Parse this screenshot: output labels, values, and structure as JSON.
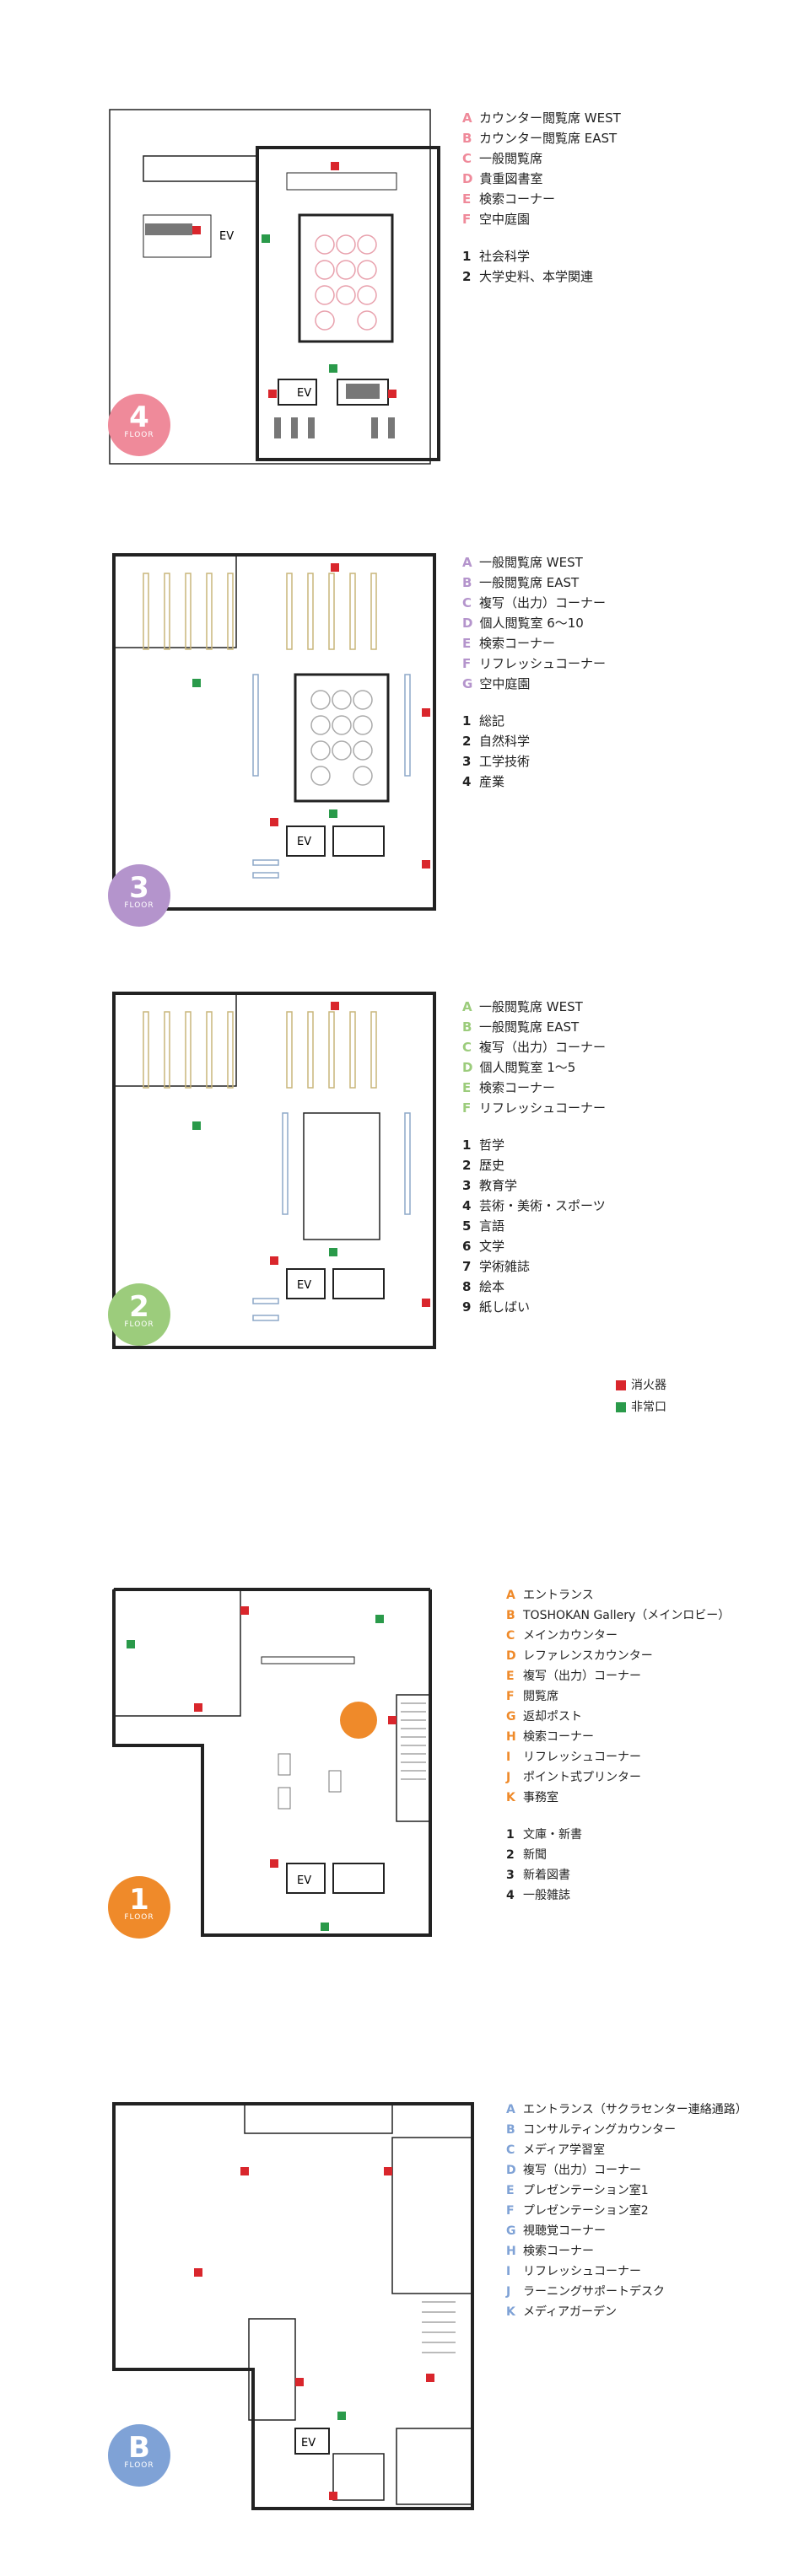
{
  "floors": {
    "f4": {
      "badge_num": "4",
      "badge_label": "FLOOR",
      "color": "#ef8a9a",
      "letters": [
        {
          "k": "A",
          "label": "カウンター閲覧席 WEST"
        },
        {
          "k": "B",
          "label": "カウンター閲覧席 EAST"
        },
        {
          "k": "C",
          "label": "一般閲覧席"
        },
        {
          "k": "D",
          "label": "貴重図書室"
        },
        {
          "k": "E",
          "label": "検索コーナー"
        },
        {
          "k": "F",
          "label": "空中庭園"
        }
      ],
      "numbers": [
        {
          "k": "1",
          "label": "社会科学"
        },
        {
          "k": "2",
          "label": "大学史料、本学関連"
        }
      ]
    },
    "f3": {
      "badge_num": "3",
      "badge_label": "FLOOR",
      "color": "#b494cc",
      "letters": [
        {
          "k": "A",
          "label": "一般閲覧席 WEST"
        },
        {
          "k": "B",
          "label": "一般閲覧席 EAST"
        },
        {
          "k": "C",
          "label": "複写（出力）コーナー"
        },
        {
          "k": "D",
          "label": "個人閲覧室 6～10"
        },
        {
          "k": "E",
          "label": "検索コーナー"
        },
        {
          "k": "F",
          "label": "リフレッシュコーナー"
        },
        {
          "k": "G",
          "label": "空中庭園"
        }
      ],
      "numbers": [
        {
          "k": "1",
          "label": "総記"
        },
        {
          "k": "2",
          "label": "自然科学"
        },
        {
          "k": "3",
          "label": "工学技術"
        },
        {
          "k": "4",
          "label": "産業"
        }
      ]
    },
    "f2": {
      "badge_num": "2",
      "badge_label": "FLOOR",
      "color": "#9ccc7c",
      "letters": [
        {
          "k": "A",
          "label": "一般閲覧席 WEST"
        },
        {
          "k": "B",
          "label": "一般閲覧席 EAST"
        },
        {
          "k": "C",
          "label": "複写（出力）コーナー"
        },
        {
          "k": "D",
          "label": "個人閲覧室 1～5"
        },
        {
          "k": "E",
          "label": "検索コーナー"
        },
        {
          "k": "F",
          "label": "リフレッシュコーナー"
        }
      ],
      "numbers": [
        {
          "k": "1",
          "label": "哲学"
        },
        {
          "k": "2",
          "label": "歴史"
        },
        {
          "k": "3",
          "label": "教育学"
        },
        {
          "k": "4",
          "label": "芸術・美術・スポーツ"
        },
        {
          "k": "5",
          "label": "言語"
        },
        {
          "k": "6",
          "label": "文学"
        },
        {
          "k": "7",
          "label": "学術雑誌"
        },
        {
          "k": "8",
          "label": "絵本"
        },
        {
          "k": "9",
          "label": "紙しばい"
        }
      ]
    },
    "f1": {
      "badge_num": "1",
      "badge_label": "FLOOR",
      "color": "#ef8a2a",
      "letters": [
        {
          "k": "A",
          "label": "エントランス"
        },
        {
          "k": "B",
          "label": "TOSHOKAN Gallery（メインロビー）"
        },
        {
          "k": "C",
          "label": "メインカウンター"
        },
        {
          "k": "D",
          "label": "レファレンスカウンター"
        },
        {
          "k": "E",
          "label": "複写（出力）コーナー"
        },
        {
          "k": "F",
          "label": "閲覧席"
        },
        {
          "k": "G",
          "label": "返却ポスト"
        },
        {
          "k": "H",
          "label": "検索コーナー"
        },
        {
          "k": "I",
          "label": "リフレッシュコーナー"
        },
        {
          "k": "J",
          "label": "ポイント式プリンター"
        },
        {
          "k": "K",
          "label": "事務室"
        }
      ],
      "numbers": [
        {
          "k": "1",
          "label": "文庫・新書"
        },
        {
          "k": "2",
          "label": "新聞"
        },
        {
          "k": "3",
          "label": "新着図書"
        },
        {
          "k": "4",
          "label": "一般雑誌"
        }
      ]
    },
    "fb": {
      "badge_num": "B",
      "badge_label": "FLOOR",
      "color": "#7fa2d6",
      "letters": [
        {
          "k": "A",
          "label": "エントランス（サクラセンター連絡通路）"
        },
        {
          "k": "B",
          "label": "コンサルティングカウンター"
        },
        {
          "k": "C",
          "label": "メディア学習室"
        },
        {
          "k": "D",
          "label": "複写（出力）コーナー"
        },
        {
          "k": "E",
          "label": "プレゼンテーション室1"
        },
        {
          "k": "F",
          "label": "プレゼンテーション室2"
        },
        {
          "k": "G",
          "label": "視聴覚コーナー"
        },
        {
          "k": "H",
          "label": "検索コーナー"
        },
        {
          "k": "I",
          "label": "リフレッシュコーナー"
        },
        {
          "k": "J",
          "label": "ラーニングサポートデスク"
        },
        {
          "k": "K",
          "label": "メディアガーデン"
        }
      ],
      "numbers": []
    }
  },
  "key": {
    "extinguisher": "消火器",
    "exit": "非常口",
    "extinguisher_color": "#d9262c",
    "exit_color": "#2a9a4a"
  },
  "ev_label": "EV"
}
